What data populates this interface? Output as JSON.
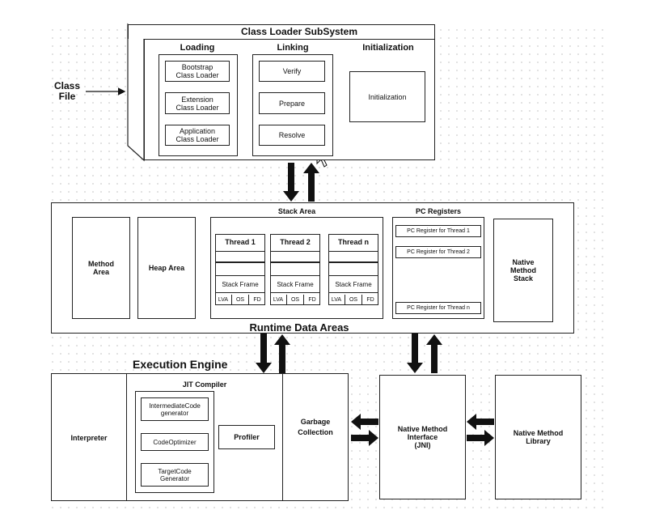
{
  "class_loader": {
    "title": "Class Loader SubSystem",
    "loading": "Loading",
    "linking": "Linking",
    "initialization_header": "Initialization",
    "bootstrap": "Bootstrap\nClass Loader",
    "extension": "Extension\nClass Loader",
    "application": "Application\nClass Loader",
    "verify": "Verify",
    "prepare": "Prepare",
    "resolve": "Resolve",
    "initialization_box": "Initialization"
  },
  "class_file": "Class\nFile",
  "runtime": {
    "title": "Runtime Data Areas",
    "method_area": "Method\nArea",
    "heap_area": "Heap Area",
    "stack_area": "Stack Area",
    "threads": [
      "Thread 1",
      "Thread 2",
      "Thread n"
    ],
    "stack_frame": "Stack Frame",
    "frame_cells": [
      "LVA",
      "OS",
      "FD"
    ],
    "pc_registers": "PC Registers",
    "pc_items": [
      "PC Register for Thread 1",
      "PC Register for Thread 2",
      "PC Register for Thread n"
    ],
    "native_method_stack": "Native\nMethod\nStack"
  },
  "execution": {
    "title": "Execution Engine",
    "interpreter": "Interpreter",
    "jit_compiler": "JIT Compiler",
    "intermediate": "IntermediateCode\ngenerator",
    "optimizer": "CodeOptimizer",
    "target": "TargetCode\nGenerator",
    "profiler": "Profiler",
    "garbage": "Garbage\nCollection"
  },
  "jni": "Native Method\nInterface\n(JNI)",
  "native_library": "Native Method\nLibrary"
}
